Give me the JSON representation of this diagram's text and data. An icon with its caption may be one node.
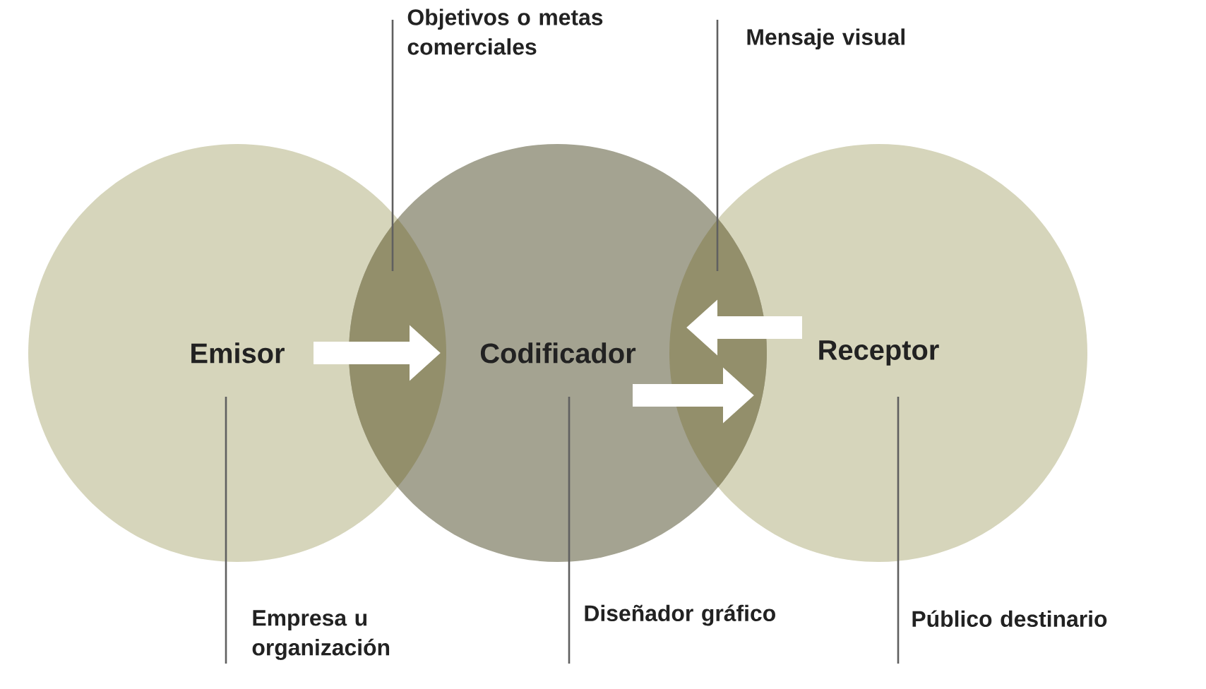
{
  "diagram": {
    "nodes": [
      {
        "text": [
          "Emisor"
        ]
      },
      {
        "text": [
          "Codificador"
        ]
      },
      {
        "text": [
          "Receptor"
        ]
      },
      {
        "text": [
          "Objetivos o metas comerciales"
        ]
      },
      {
        "text": [
          "Mensaje visual"
        ]
      },
      {
        "text": [
          "Empresa u organización"
        ]
      },
      {
        "text": [
          "Diseñador gráfico"
        ]
      },
      {
        "text": [
          "Público destinario"
        ]
      }
    ],
    "edges": [
      {
        "from": 0,
        "to": 1,
        "arrow": "to",
        "style": "thick",
        "color": "#ffffff"
      },
      {
        "from": 2,
        "to": 1,
        "arrow": "to",
        "style": "thick",
        "color": "#ffffff"
      },
      {
        "from": 1,
        "to": 2,
        "arrow": "to",
        "style": "thick",
        "color": "#ffffff"
      },
      {
        "from": 3,
        "to": 0,
        "arrow": "none"
      },
      {
        "from": 4,
        "to": 2,
        "arrow": "none"
      },
      {
        "from": 5,
        "to": 0,
        "arrow": "none"
      },
      {
        "from": 6,
        "to": 1,
        "arrow": "none"
      },
      {
        "from": 7,
        "to": 2,
        "arrow": "none"
      }
    ]
  }
}
